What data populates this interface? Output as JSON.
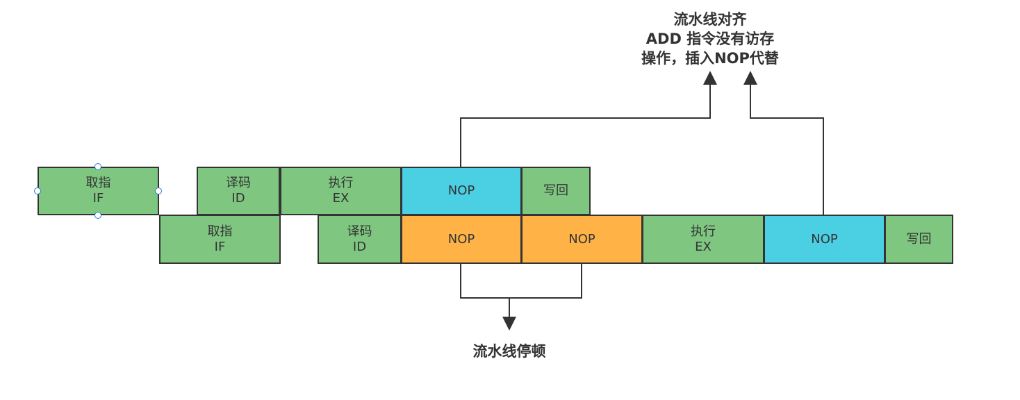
{
  "colors": {
    "stage_green": "#7fc781",
    "nop_blue": "#4bcfe3",
    "nop_orange": "#ffb347",
    "border": "#333333",
    "selection_handle": "#2d7bd6"
  },
  "row1": {
    "if_stage": {
      "line1": "取指",
      "line2": "IF"
    },
    "id_stage": {
      "line1": "译码",
      "line2": "ID"
    },
    "ex_stage": {
      "line1": "执行",
      "line2": "EX"
    },
    "nop": "NOP",
    "wb_stage": "写回"
  },
  "row2": {
    "if_stage": {
      "line1": "取指",
      "line2": "IF"
    },
    "id_stage": {
      "line1": "译码",
      "line2": "ID"
    },
    "nop_1": "NOP",
    "nop_2": "NOP",
    "ex_stage": {
      "line1": "执行",
      "line2": "EX"
    },
    "nop_3": "NOP",
    "wb_stage": "写回"
  },
  "annotations": {
    "alignment": {
      "line1": "流水线对齐",
      "line2": "ADD 指令没有访存",
      "line3": "操作，插入NOP代替"
    },
    "stall": "流水线停顿"
  }
}
